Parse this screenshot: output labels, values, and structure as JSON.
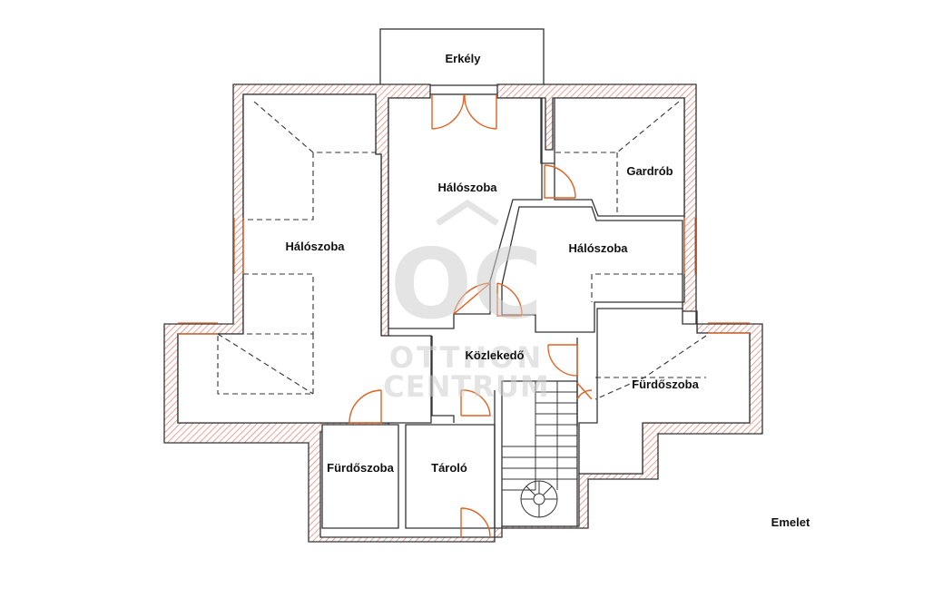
{
  "rooms": {
    "balcony": "Erkély",
    "bedroom_left": "Hálószoba",
    "bedroom_center": "Hálószoba",
    "dressing_room": "Gardrób",
    "bedroom_right": "Hálószoba",
    "hallway": "Közlekedő",
    "bathroom_right": "Fürdőszoba",
    "bathroom_left": "Fürdőszoba",
    "storage": "Tároló"
  },
  "floor_label": "Emelet",
  "watermark": {
    "monogram": "OC",
    "line1": "OTTHON",
    "line2": "CENTRUM"
  },
  "colors": {
    "wall": "#333333",
    "hatch": "#e07a6a",
    "door": "#e06020",
    "watermark": "#cfcfcf"
  }
}
